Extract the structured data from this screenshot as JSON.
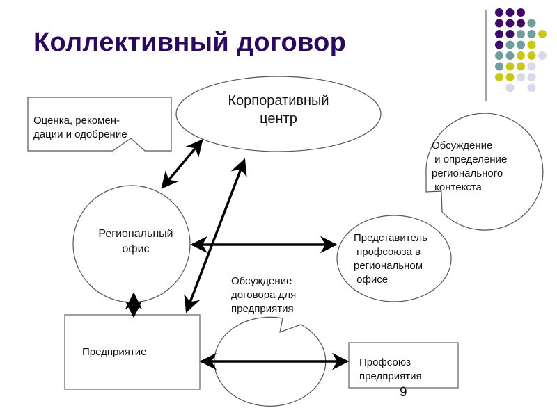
{
  "slide": {
    "title": "Коллективный договор",
    "page_number": "9",
    "colors": {
      "title": "#2b0a5e",
      "dot_purple": "#3d0a6b",
      "dot_teal": "#6f9e9c",
      "dot_yellow": "#c9c81a",
      "dot_lavender": "#d9d9ec",
      "stroke": "#555555",
      "arrow": "#000000"
    }
  },
  "nodes": {
    "evaluation": {
      "line1": "Оценка, рекомен-",
      "line2": "дации и одобрение"
    },
    "corporate_center": {
      "line1": "Корпоративный",
      "line2": "центр"
    },
    "regional_context": {
      "line1": "Обсуждение",
      "line2": " и определение",
      "line3": "регионального",
      "line4": " контекста"
    },
    "regional_office": {
      "line1": "Региональный",
      "line2": "офис"
    },
    "union_rep": {
      "line1": "Представитель",
      "line2": " профсоюза в",
      "line3": "региональном",
      "line4": " офисе"
    },
    "agreement_discussion": {
      "line1": "Обсуждение",
      "line2": "договора для",
      "line3": "предприятия"
    },
    "enterprise": {
      "label": "Предприятие"
    },
    "enterprise_union": {
      "line1": "Профсоюз",
      "line2": "предприятия"
    }
  },
  "decor_dots": [
    [
      "purple",
      "purple",
      "purple",
      null,
      null
    ],
    [
      "purple",
      "purple",
      "purple",
      "teal",
      null
    ],
    [
      "purple",
      "purple",
      "teal",
      "teal",
      "yellow"
    ],
    [
      "purple",
      "teal",
      "teal",
      "yellow",
      null
    ],
    [
      "teal",
      "teal",
      "yellow",
      "yellow",
      "lavender"
    ],
    [
      "teal",
      "yellow",
      "yellow",
      "lavender",
      null
    ],
    [
      "yellow",
      "yellow",
      "lavender",
      "lavender",
      null
    ],
    [
      null,
      "lavender",
      null,
      "lavender",
      null
    ]
  ]
}
